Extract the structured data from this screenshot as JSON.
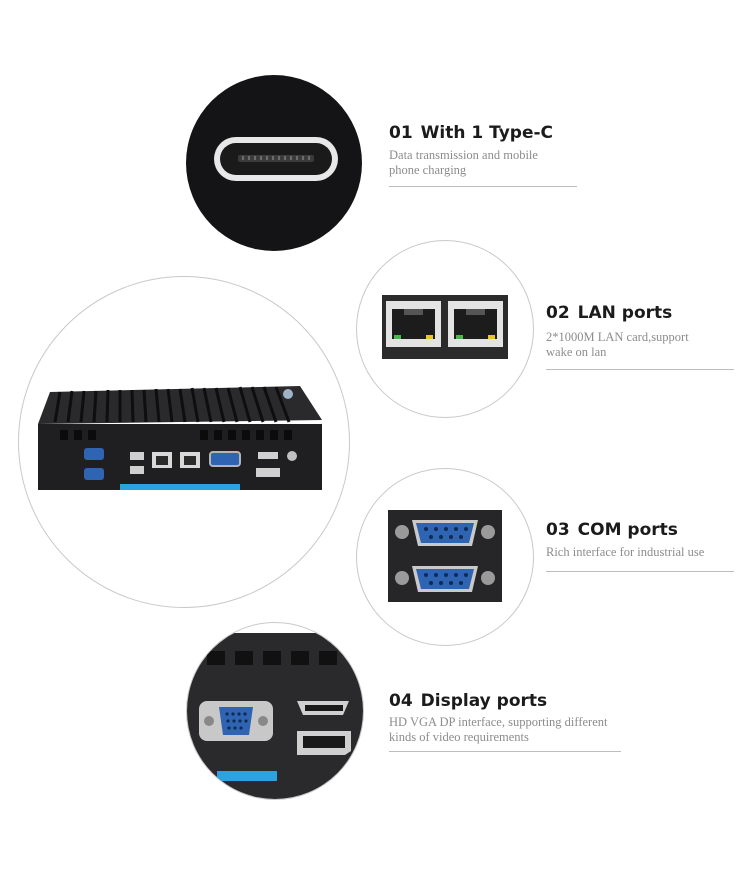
{
  "colors": {
    "title": "#1b1b1b",
    "description": "#8c8c8c",
    "divider": "#bdbdbd",
    "circle_border": "#c9c9c9",
    "device_body": "#1f1f21",
    "port_blue": "#2f64b3",
    "accent_stripe": "#2aa3e0"
  },
  "features": [
    {
      "number": "01",
      "title": "With 1 Type-C",
      "desc_line1": "Data transmission and mobile",
      "desc_line2": "phone charging",
      "icon": "usb-type-c-port"
    },
    {
      "number": "02",
      "title": "LAN ports",
      "desc_line1": "2*1000M LAN card,support",
      "desc_line2": "wake on lan",
      "icon": "rj45-lan-ports"
    },
    {
      "number": "03",
      "title": "COM ports",
      "desc_line1": "Rich interface for industrial use",
      "desc_line2": "",
      "icon": "db9-com-ports"
    },
    {
      "number": "04",
      "title": "Display ports",
      "desc_line1": "HD VGA DP interface, supporting different",
      "desc_line2": "kinds of video requirements",
      "icon": "vga-hdmi-dp-ports"
    }
  ],
  "product_image": {
    "icon": "fanless-mini-pc"
  }
}
